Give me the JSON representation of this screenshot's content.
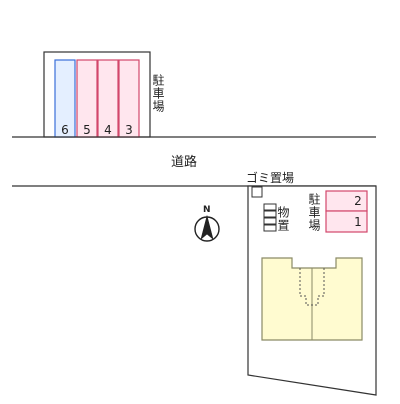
{
  "road": {
    "label": "道路"
  },
  "parking_top": {
    "label": "駐車場",
    "spaces": [
      {
        "number": "6",
        "type": "accessible",
        "fill": "#e4efff",
        "stroke": "#3a6fd8"
      },
      {
        "number": "5",
        "type": "standard",
        "fill": "#ffe6ee",
        "stroke": "#d2476b"
      },
      {
        "number": "4",
        "type": "standard",
        "fill": "#ffe6ee",
        "stroke": "#d2476b"
      },
      {
        "number": "3",
        "type": "standard",
        "fill": "#ffe6ee",
        "stroke": "#d2476b"
      }
    ]
  },
  "garbage": {
    "label": "ゴミ置場"
  },
  "storage": {
    "label": "物置"
  },
  "parking_right": {
    "label": "駐車場",
    "spaces": [
      {
        "number": "2",
        "fill": "#ffe6ee",
        "stroke": "#d2476b"
      },
      {
        "number": "1",
        "fill": "#ffe6ee",
        "stroke": "#d2476b"
      }
    ]
  },
  "compass": {
    "label": "N",
    "icon": "north-arrow-icon"
  },
  "building": {
    "fill": "#fffbd0",
    "stroke": "#8a8a66"
  },
  "colors": {
    "line": "#333333",
    "lot_fill": "#ffffff"
  }
}
